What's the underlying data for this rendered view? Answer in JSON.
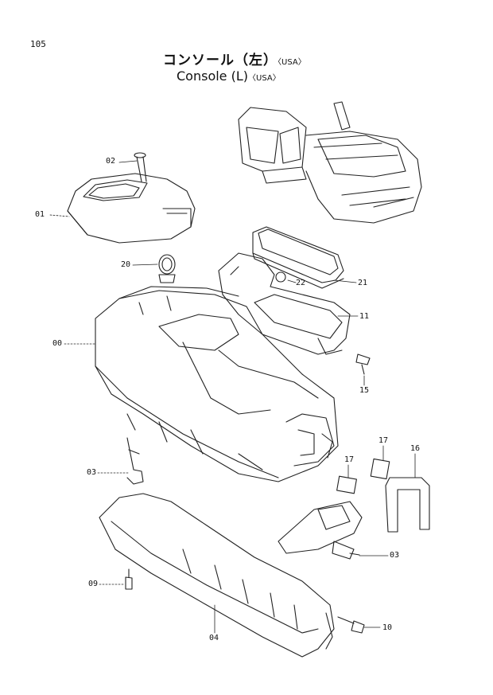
{
  "page_number": "105",
  "title_jp": "コンソール（左）",
  "title_jp_suffix": "〈USA〉",
  "title_en": "Console (L)",
  "title_en_suffix": "〈USA〉",
  "callouts": {
    "c02": "02",
    "c01": "01",
    "c20": "20",
    "c00": "00",
    "c22": "22",
    "c21": "21",
    "c11": "11",
    "c15": "15",
    "c17a": "17",
    "c17b": "17",
    "c16": "16",
    "c03a": "03",
    "c03b": "03",
    "c09": "09",
    "c04": "04",
    "c10": "10"
  }
}
